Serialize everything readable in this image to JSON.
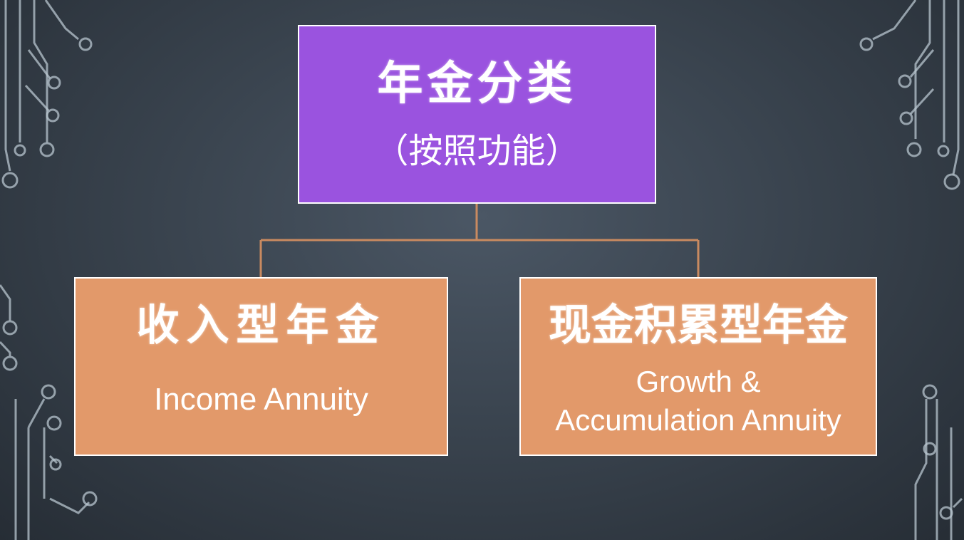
{
  "diagram": {
    "root": {
      "title": "年金分类",
      "subtitle": "（按照功能）"
    },
    "children": [
      {
        "title": "收入型年金",
        "english_lines": [
          "Income Annuity"
        ]
      },
      {
        "title": "现金积累型年金",
        "english_lines": [
          "Growth &",
          "Accumulation Annuity"
        ]
      }
    ]
  },
  "colors": {
    "background": "#3a444f",
    "root_box": "#9a53df",
    "child_box": "#e2996a",
    "connector": "#c98a60",
    "circuit": "#b8c6cf",
    "text": "#ffffff"
  }
}
